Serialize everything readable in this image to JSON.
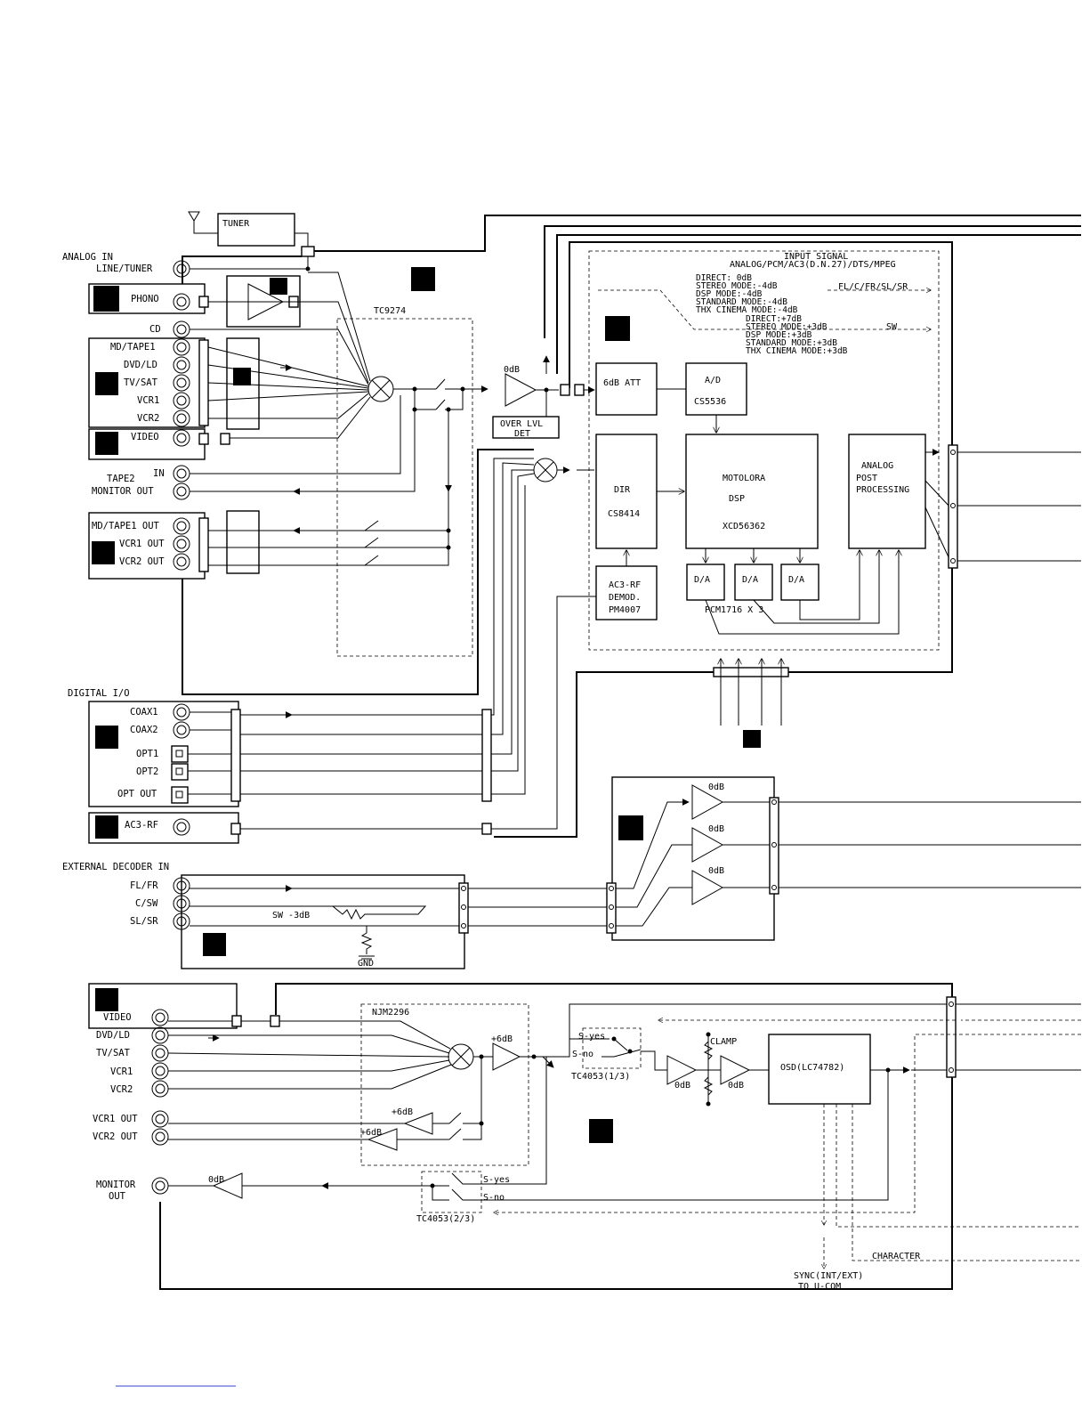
{
  "blocks": {
    "tuner": "TUNER",
    "tc9274": "TC9274",
    "zero_db": "0dB",
    "over_lvl": "OVER LVL",
    "det": "DET",
    "input_signal": "INPUT SIGNAL",
    "input_formats": "ANALOG/PCM/AC3(D.N.27)/DTS/MPEG",
    "att": "6dB ATT",
    "ad": "A/D",
    "cs5536": "CS5536",
    "dir": "DIR",
    "cs8414": "CS8414",
    "motorola": "MOTOLORA",
    "dsp": "DSP",
    "xcd": "XCD56362",
    "analog": "ANALOG",
    "post": "POST",
    "processing": "PROCESSING",
    "da": "D/A",
    "pcm": "PCM1716 X 3",
    "ac3rf": "AC3-RF",
    "demod": "DEMOD.",
    "pm": "PM4007",
    "flc": "FL/C/FR/SL/SR",
    "sw": "SW",
    "modes_1": [
      "DIRECT: 0dB",
      "STEREO MODE:-4dB",
      "DSP MODE:-4dB",
      "STANDARD MODE:-4dB",
      "THX CINEMA MODE:-4dB"
    ],
    "modes_2": [
      "DIRECT:+7dB",
      "STEREO MODE:+3dB",
      "DSP MODE:+3dB",
      "STANDARD MODE:+3dB",
      "THX CINEMA MODE:+3dB"
    ],
    "njm": "NJM2296",
    "plus6": "+6dB",
    "tc4053a": "TC4053(1/3)",
    "tc4053b": "TC4053(2/3)",
    "s_yes": "S-yes",
    "s_no": "S-no",
    "clamp": "CLAMP",
    "osd": "OSD(LC74782)",
    "character": "CHARACTER",
    "sync": "SYNC(INT/EXT)",
    "to_ucom": "TO U-COM",
    "sw_att": "SW -3dB",
    "gnd": "GND"
  },
  "groups": {
    "analog_in": "ANALOG IN",
    "digital_io": "DIGITAL I/O",
    "ext_dec": "EXTERNAL DECODER IN",
    "tape2": "TAPE2",
    "in": "IN",
    "monitor_out": "MONITOR OUT"
  },
  "jacks": {
    "line_tuner": "LINE/TUNER",
    "phono": "PHONO",
    "cd": "CD",
    "md_tape1": "MD/TAPE1",
    "dvd_ld": "DVD/LD",
    "tv_sat": "TV/SAT",
    "vcr1": "VCR1",
    "vcr2": "VCR2",
    "video": "VIDEO",
    "md_tape1_out": "MD/TAPE1 OUT",
    "vcr1_out": "VCR1 OUT",
    "vcr2_out": "VCR2 OUT",
    "coax1": "COAX1",
    "coax2": "COAX2",
    "opt1": "OPT1",
    "opt2": "OPT2",
    "opt_out": "OPT OUT",
    "ac3_rf": "AC3-RF",
    "fl_fr": "FL/FR",
    "c_sw": "C/SW",
    "sl_sr": "SL/SR",
    "v_video": "VIDEO",
    "v_dvd": "DVD/LD",
    "v_tv": "TV/SAT",
    "v_vcr1": "VCR1",
    "v_vcr2": "VCR2",
    "v_vcr1_out": "VCR1 OUT",
    "v_vcr2_out": "VCR2 OUT",
    "monitor": "MONITOR",
    "out": "OUT"
  }
}
